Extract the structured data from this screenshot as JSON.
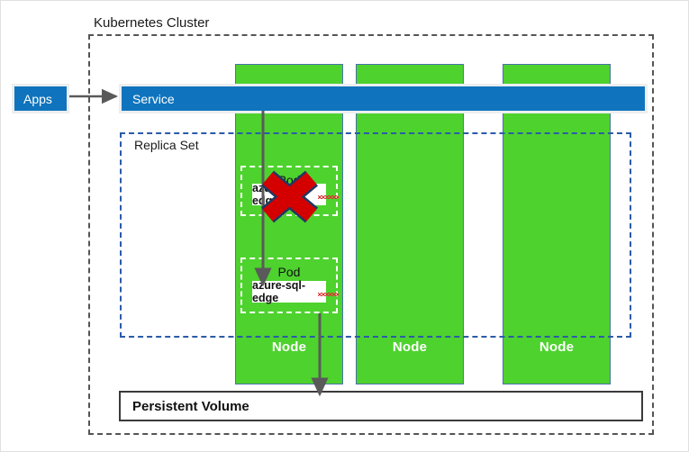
{
  "diagram": {
    "title": "Kubernetes Cluster",
    "colors": {
      "node_green": "#4ED22E",
      "service_blue": "#0F74BD",
      "replica_border_blue": "#2B5BA8",
      "cluster_border_gray": "#555555",
      "arrow_gray": "#5A5A5A",
      "failure_red": "#D40000"
    },
    "apps": {
      "label": "Apps"
    },
    "service": {
      "label": "Service"
    },
    "replica_set": {
      "label": "Replica Set"
    },
    "pods": [
      {
        "label": "Pod",
        "container": "azure-sql-edge",
        "failed": true,
        "marker": "red-x-failure-icon"
      },
      {
        "label": "Pod",
        "container": "azure-sql-edge",
        "failed": false,
        "marker": ""
      }
    ],
    "nodes": [
      {
        "label": "Node"
      },
      {
        "label": "Node"
      },
      {
        "label": "Node"
      }
    ],
    "persistent_volume": {
      "label": "Persistent Volume"
    },
    "connectors": [
      {
        "name": "apps-to-service",
        "direction": "right"
      },
      {
        "name": "service-to-pods",
        "direction": "down"
      },
      {
        "name": "node-to-persistent-volume",
        "direction": "down"
      }
    ]
  }
}
